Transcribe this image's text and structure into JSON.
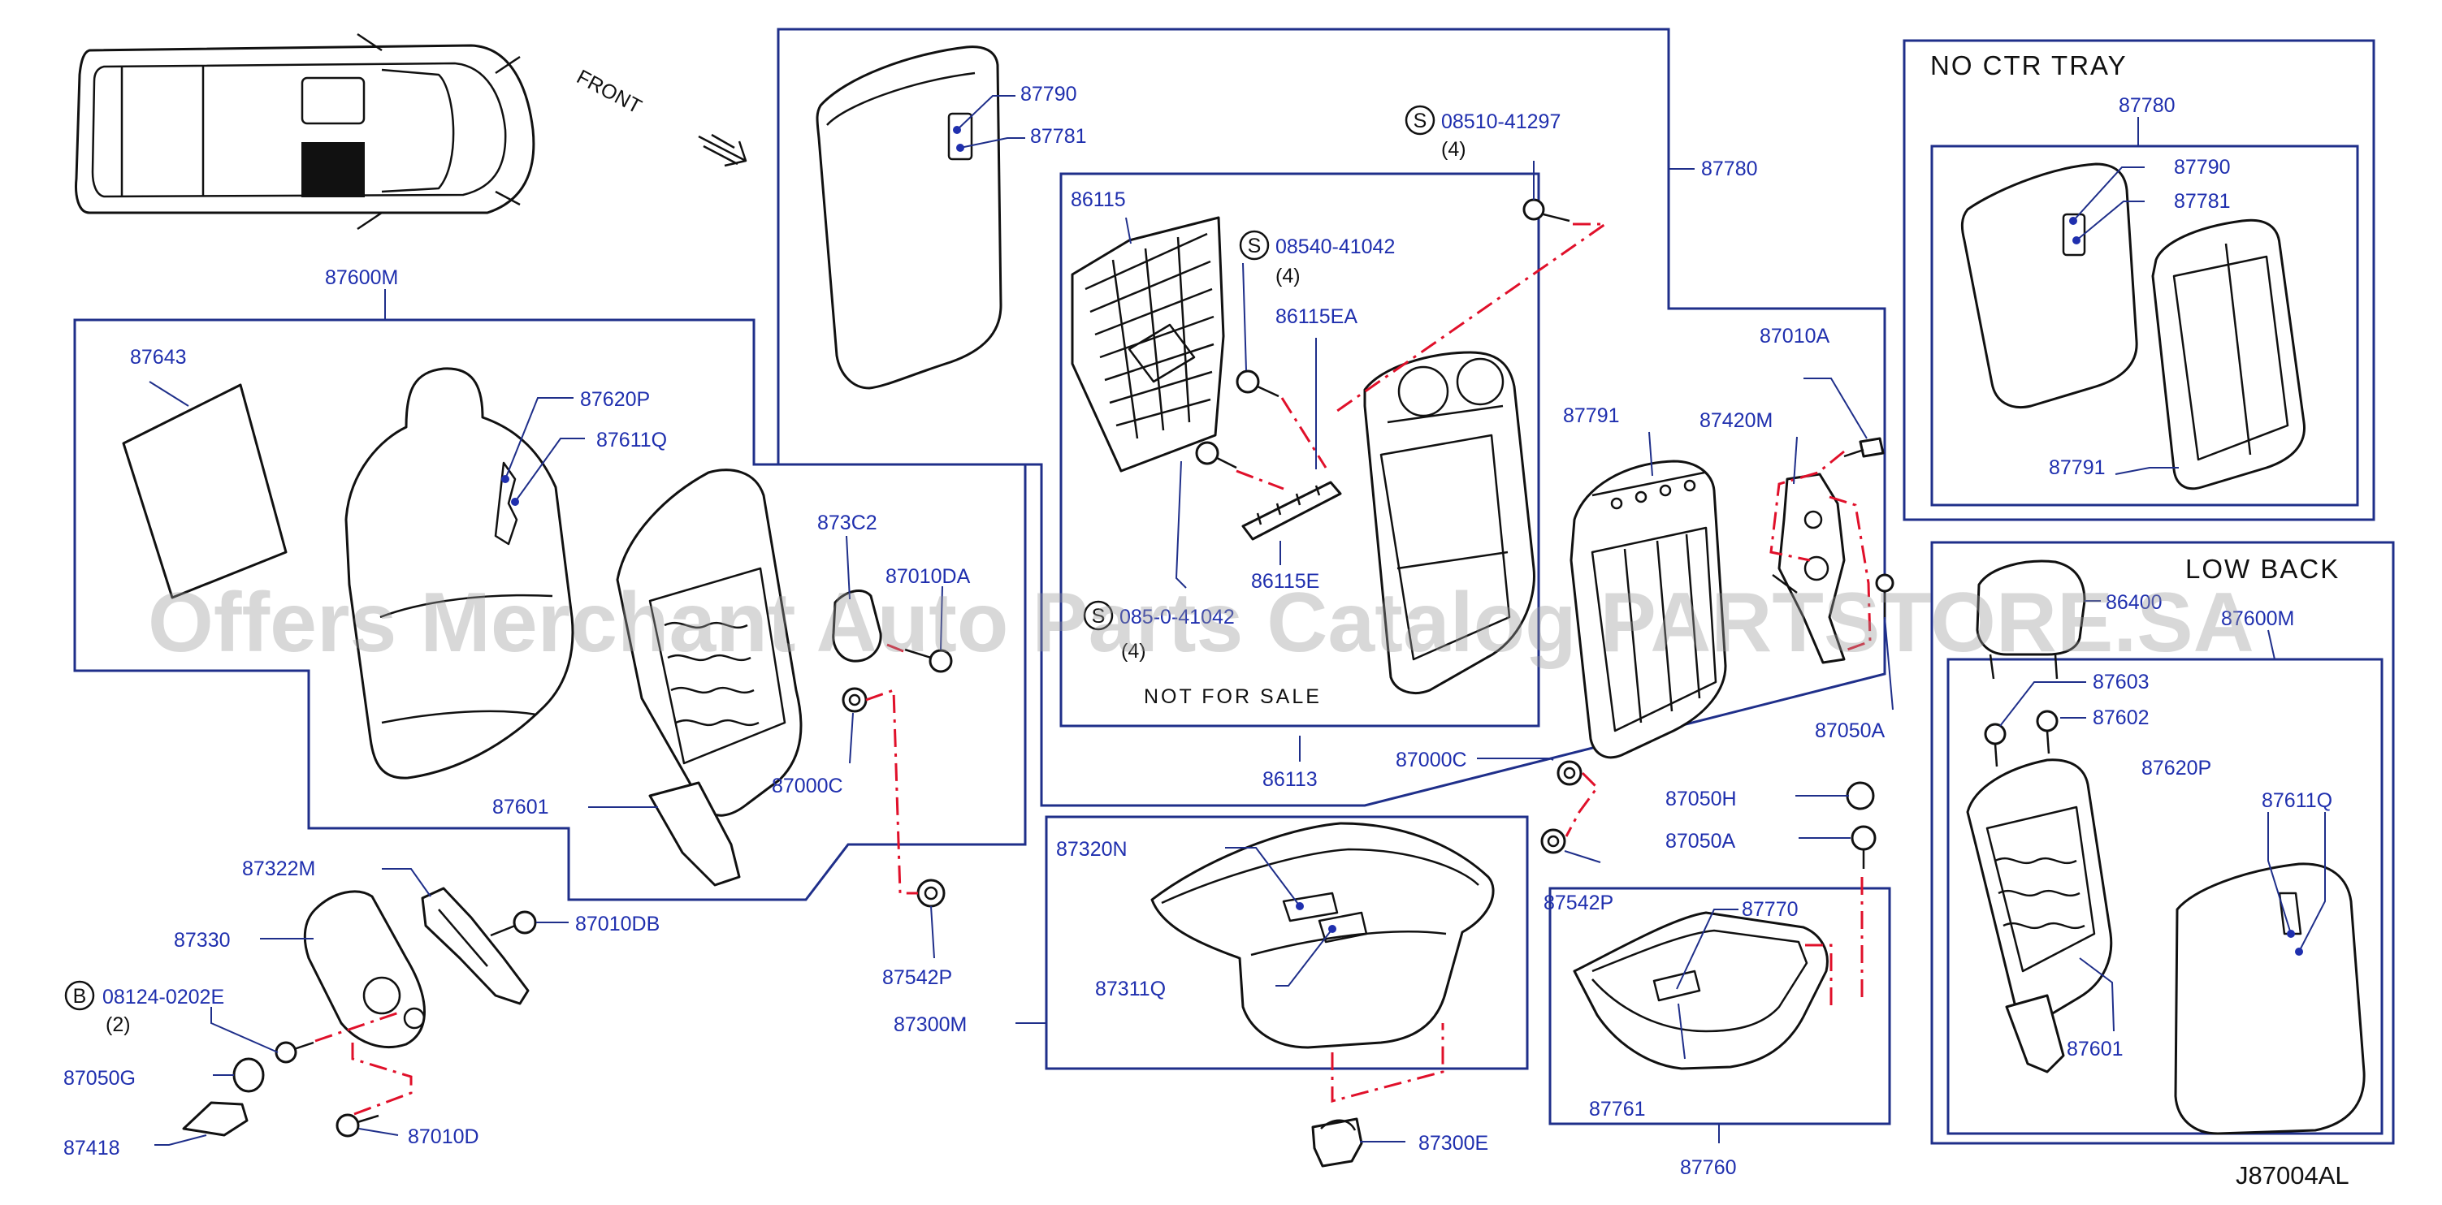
{
  "diagram": {
    "watermark": "Offers Merchant Auto Parts Catalog PARTSTORE.SA",
    "reference": "J87004AL",
    "front_label": "FRONT",
    "headers": {
      "no_ctr_tray": "NO CTR TRAY",
      "low_back": "LOW BACK",
      "not_for_sale": "NOT FOR SALE"
    },
    "labels": {
      "p87790a": "87790",
      "p87781a": "87781",
      "p87780a": "87780",
      "p08510": "08510-41297",
      "p08510q": "(4)",
      "p86115": "86115",
      "p08540": "08540-41042",
      "p08540q": "(4)",
      "p86115ea": "86115EA",
      "p86115e": "86115E",
      "p0854b": "085-0-41042",
      "p0854bq": "(4)",
      "p86113": "86113",
      "p87791a": "87791",
      "p87420m": "87420M",
      "p87010a": "87010A",
      "p87050a1": "87050A",
      "p87000c2": "87000C",
      "p87542p2": "87542P",
      "p87050h": "87050H",
      "p87050a2": "87050A",
      "p87770": "87770",
      "p87761": "87761",
      "p87760": "87760",
      "p87300e": "87300E",
      "p87320n": "87320N",
      "p87311q": "87311Q",
      "p87300m": "87300M",
      "p87600m": "87600M",
      "p87643": "87643",
      "p87620pa": "87620P",
      "p87611qa": "87611Q",
      "p873c2": "873C2",
      "p87010da": "87010DA",
      "p87000c1": "87000C",
      "p87601a": "87601",
      "p87542p1": "87542P",
      "p87322m": "87322M",
      "p87330": "87330",
      "p87010db": "87010DB",
      "p08124": "08124-0202E",
      "p08124q": "(2)",
      "p87050g": "87050G",
      "p87418": "87418",
      "p87010d": "87010D",
      "p87780b": "87780",
      "p87790b": "87790",
      "p87781b": "87781",
      "p87791b": "87791",
      "p86400": "86400",
      "p87600m2": "87600M",
      "p87603": "87603",
      "p87602": "87602",
      "p87620pb": "87620P",
      "p87611qb": "87611Q",
      "p87601b": "87601"
    },
    "symbols": {
      "s": "S",
      "b": "B"
    }
  }
}
